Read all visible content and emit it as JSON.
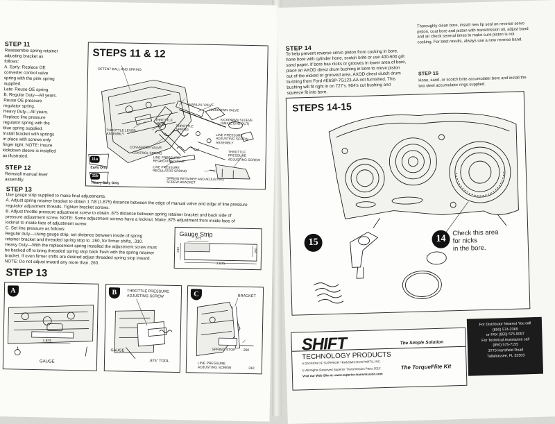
{
  "left": {
    "step11_heading": "STEP 11",
    "step11_lines": [
      "Reassemble spring retainer",
      "adjusting bracket as",
      "follows:",
      "A. Early: Replace OE",
      "converter control valve",
      "spring with the pink spring",
      "supplied.",
      "Late: Reuse OE spring.",
      "B. Regular Duty—All years.",
      "Reuse OE pressure",
      "regulator spring.",
      "Heavy Duty—All years.",
      "Replace line pressure",
      "regulator spring with the",
      "blue spring supplied.",
      "Install bracket with springs",
      "in place with screws only",
      "finger tight. NOTE: Insure",
      "kickdown sleeve is installed",
      "as illustrated."
    ],
    "step12_heading": "STEP 12",
    "step12_lines": [
      "Reinstall manual lever",
      "assembly."
    ],
    "step13_heading": "STEP 13",
    "step13_lines": [
      "Use gauge strip supplied to make final adjustments.",
      "A. Adjust spring retainer bracket to obtain 1 7/8 (1.875) distance between the edge of manual valve and edge of line pressure",
      "regulator adjustment threads. Tighten bracket screws.",
      "B. Adjust throttle pressure adjustment screw to obtain .875 distance between spring retainer bracket and back side of",
      "pressure adjustment screw. NOTE: Some adjustment screws have a locknut. Make .875 adjustment from inside face of",
      "locknut to inside face of adjustment screw.",
      "C. Set line pressure as follows:",
      "Regular duty—Using gauge strip, set distance between inside of spring",
      "retainer bracket and threaded spring stop to .260, for firmer shifts, .310.",
      "Heavy Duty—With the replacement spring installed the adjustment screw must",
      "be backed off to bring threaded spring stop back flush with the spring retainer",
      "bracket. If even firmer shifts are desired adjust threaded spring stop inward.",
      "NOTE: Do not adjust inward any more than .260."
    ],
    "figure_title": "STEPS 11 & 12",
    "figure_labels": {
      "detent": "DETENT BALL AND SPRING",
      "manual_valve": "MANUAL VALVE",
      "kickdown_valve": "KICKDOWN VALVE",
      "kickdown_sleeve": "KICKDOWN SLEEVE (SMALL END OUT)",
      "throttle_lever": "THROTTLE LEVER ASSEMBLY",
      "throttle_valve": "THROTTLE VALVE",
      "throttle_spring": "THROTTLE SPRING",
      "line_pressure_screw": "LINE PRESSURE ADJUSTING SCREW ASSEMBLY",
      "converter_valve": "CONVERTER VALVE",
      "control_spring": "CONTROL SPRING",
      "line_pressure_regulator_valve": "LINE PRESSURE REGULATOR VALVE",
      "line_pressure_regulator_spring": "LINE PRESSURE REGULATOR SPRING",
      "throttle_pressure_screw": "THROTTLE PRESSURE ADJUSTING SCREW",
      "spring_retainer": "SPRING RETAINER AND ADJUSTING SCREW BRACKET",
      "badge_11a": "11a",
      "badge_11b": "11b",
      "early_only": "Early Only",
      "heavy_duty_only": "Heavy Duty Only"
    },
    "gauge_strip": {
      "title": "Gauge Strip",
      "d875": ".875",
      "d1875": "1.875",
      "d310": ".310",
      "d260": ".260"
    },
    "step13_big_heading": "STEP 13",
    "panel_a": {
      "letter": "A",
      "dim": "1.875",
      "gauge": "GAUGE"
    },
    "panel_b": {
      "letter": "B",
      "screw": "THROTTLE PRESSURE ADJUSTING SCREW",
      "gauge": "GAUGE",
      "tool": ".875\" TOOL"
    },
    "panel_c": {
      "letter": "C",
      "bracket": "BRACKET",
      "stop": "SPRING STOP",
      "d260": ".260",
      "line": "LINE PRESSURE ADJUSTING SCREW",
      "d310": ".310"
    }
  },
  "right": {
    "step14_heading": "STEP 14",
    "step14_lines": [
      "To help prevent reverse servo piston from cocking in bore,",
      "hone bore with cylinder hone, scotch brite or use 400-600 grit",
      "sand paper. If bore has nicks or grooves in lower area of bore,",
      "place an AXOD direct drum bushing in bore to move piston",
      "out of the nicked or grooved area. AXOD direct clutch drum",
      "bushing from Ford #E6SP-7G123-AA not furnished. This",
      "bushing will fit right in on 727's. 904's cut bushing and",
      "squeeze fit into bore."
    ],
    "col2_lines": [
      "Thoroughly clean bore, install new lip seal on reverse servo",
      "piston, coat bore and piston with transmission oil, adjust band",
      "and air check several times to make sure piston is not",
      "cocking. For best results, always use a new reverse band."
    ],
    "step15_heading": "STEP 15",
    "step15_lines": [
      "Hone, sand, or scotch brite accumulator bore and install the",
      "two steel accumulator rings supplied."
    ],
    "figure_title": "STEPS 14-15",
    "callout": [
      "Check this area",
      "for nicks",
      "in the bore."
    ],
    "badge15": "15",
    "badge14": "14",
    "brand": {
      "logo": "SHIFT",
      "tagline": "The Simple Solution",
      "line1": "TECHNOLOGY PRODUCTS",
      "division": "A DIVISION OF SUPERIOR TRANSMISSION PARTS, INC.",
      "copyright": "© All Rights Reserved Superior Transmission Parts 2012",
      "web": "Visit our Web Site at: www.superior-transmission.com",
      "kit": "The TorqueFlite Kit"
    },
    "contact": [
      "For Distributor Nearest You call",
      "(850) 574-2369",
      "or FAX (850) 575-9097",
      "For Technical Assistance call",
      "(850) 575-7155",
      "3770 Hartsfield Road",
      "Tallahassee, FL 32303"
    ]
  }
}
